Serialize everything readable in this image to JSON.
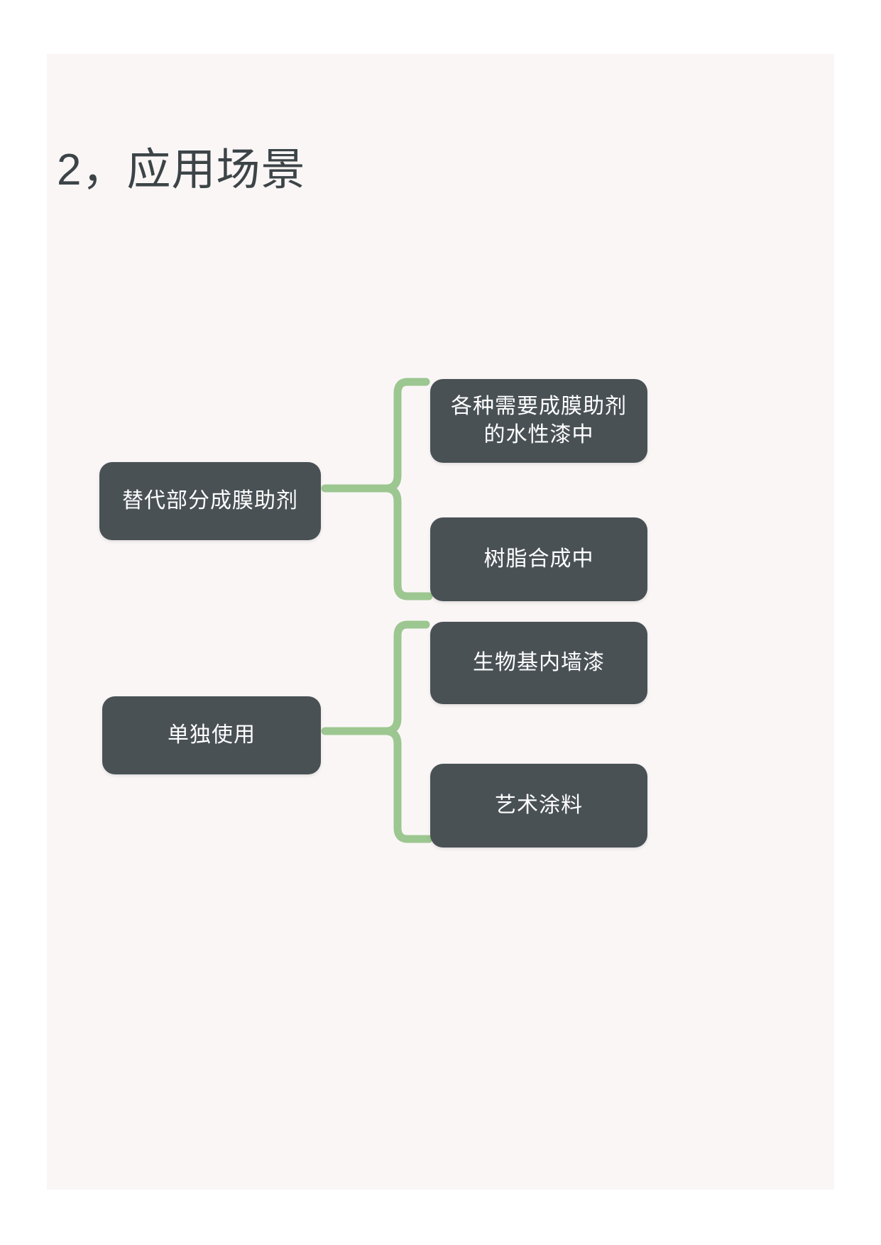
{
  "page": {
    "background_color": "#faf6f6",
    "title": "2，应用场景"
  },
  "theme": {
    "node_fill": "#495155",
    "node_text": "#ffffff",
    "connector_green": "#9cc790",
    "title_color": "#3c4447"
  },
  "diagram": {
    "type": "bracket-tree",
    "groups": [
      {
        "parent": "替代部分成膜助剂",
        "connector": "curly-brace",
        "children": [
          "各种需要成膜助剂的水性漆中",
          "树脂合成中"
        ]
      },
      {
        "parent": "单独使用",
        "connector": "curly-brace",
        "children": [
          "生物基内墙漆",
          "艺术涂料"
        ]
      }
    ]
  }
}
